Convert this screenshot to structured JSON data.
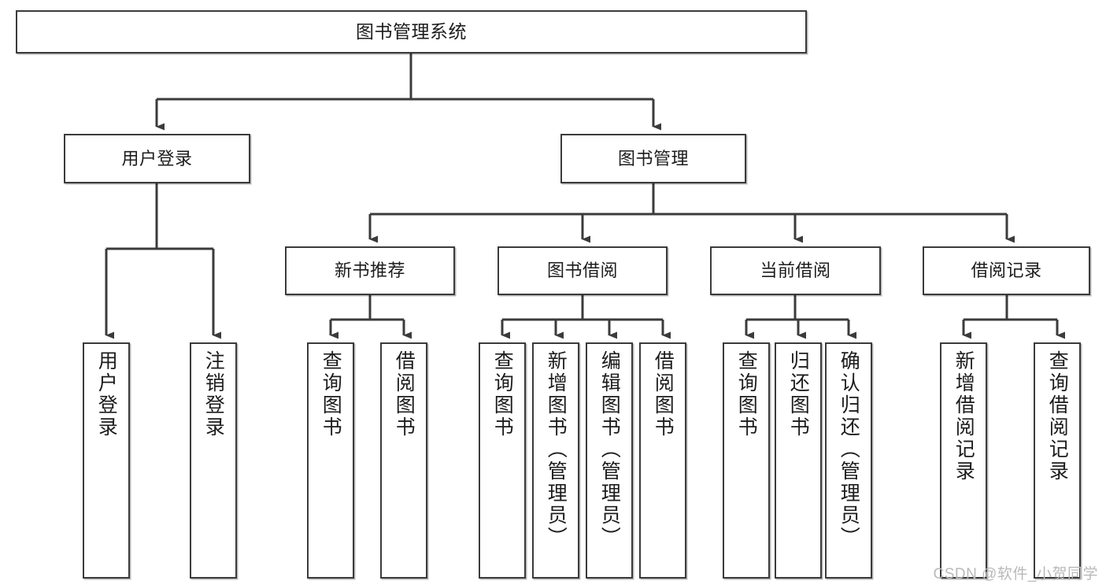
{
  "diagram": {
    "title": "图书管理系统",
    "type": "tree-hierarchy",
    "orientation": "top-down",
    "levels": 4,
    "colors": {
      "box_border": "#3b3b3b",
      "box_fill": "#ffffff",
      "connector": "#3b3b3b",
      "text": "#1c1c1c",
      "watermark": "#b9b9b9",
      "background": "#ffffff"
    },
    "root": {
      "label": "图书管理系统"
    },
    "level2": [
      {
        "label": "用户登录"
      },
      {
        "label": "图书管理"
      }
    ],
    "level3": [
      {
        "label": "新书推荐"
      },
      {
        "label": "图书借阅"
      },
      {
        "label": "当前借阅"
      },
      {
        "label": "借阅记录"
      }
    ],
    "leaves": {
      "user_login": [
        {
          "label": "用户登录"
        },
        {
          "label": "注销登录"
        }
      ],
      "new_book_recommend": [
        {
          "label": "查询图书"
        },
        {
          "label": "借阅图书"
        }
      ],
      "book_borrow": [
        {
          "label": "查询图书"
        },
        {
          "label": "新增图书（管理员）"
        },
        {
          "label": "编辑图书（管理员）"
        },
        {
          "label": "借阅图书"
        }
      ],
      "current_borrow": [
        {
          "label": "查询图书"
        },
        {
          "label": "归还图书"
        },
        {
          "label": "确认归还（管理员）"
        }
      ],
      "borrow_record": [
        {
          "label": "新增借阅记录"
        },
        {
          "label": "查询借阅记录"
        }
      ]
    },
    "watermark": "CSDN @软件_小贺同学"
  }
}
